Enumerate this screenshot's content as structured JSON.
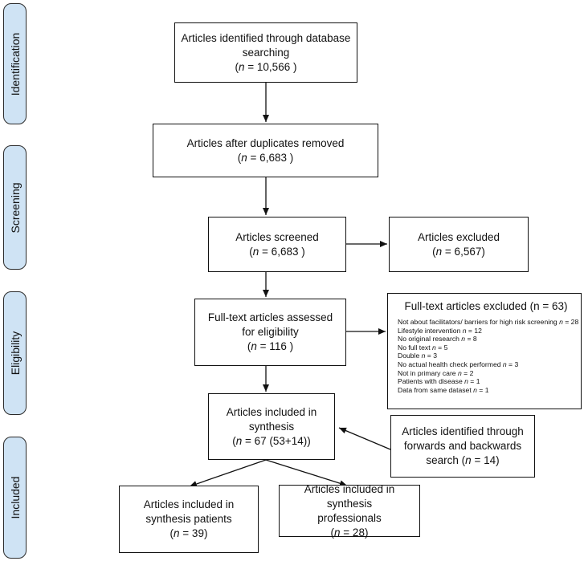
{
  "phases": [
    {
      "id": "identification",
      "label": "Identification"
    },
    {
      "id": "screening",
      "label": "Screening"
    },
    {
      "id": "eligibility",
      "label": "Eligibility"
    },
    {
      "id": "included",
      "label": "Included"
    }
  ],
  "boxes": {
    "identified": {
      "lines": [
        "Articles identified through database",
        "searching"
      ],
      "n_prefix": "(",
      "n_var": "n",
      "n_value": " = 10,566 )"
    },
    "after_duplicates": {
      "lines": [
        "Articles after duplicates removed"
      ],
      "n_prefix": "(",
      "n_var": "n",
      "n_value": " = 6,683 )"
    },
    "screened": {
      "lines": [
        "Articles screened"
      ],
      "n_prefix": "(",
      "n_var": "n",
      "n_value": " = 6,683 )"
    },
    "excluded": {
      "lines": [
        "Articles excluded"
      ],
      "n_prefix": "(",
      "n_var": "n",
      "n_value": " = 6,567)"
    },
    "fulltext": {
      "lines": [
        "Full-text articles assessed",
        "for eligibility"
      ],
      "n_prefix": "(",
      "n_var": "n",
      "n_value": " = 116 )"
    },
    "synthesis": {
      "lines": [
        "Articles included in",
        "synthesis"
      ],
      "n_prefix": "(",
      "n_var": "n",
      "n_value": " = 67 (53+14))"
    },
    "forwards": {
      "lines": [
        "Articles identified through",
        "forwards and backwards",
        "search ("
      ],
      "n_prefix": "",
      "n_var": "n",
      "n_value": " = 14)"
    },
    "patients": {
      "lines": [
        "Articles included in",
        "synthesis patients"
      ],
      "n_prefix": "",
      "n_var": "n",
      "n_value": " = 39)"
    },
    "professionals": {
      "lines": [
        "Articles included in synthesis",
        "professionals"
      ],
      "n_prefix": "(",
      "n_var": "n",
      "n_value": " = 28)"
    }
  },
  "fulltext_excluded": {
    "title": "Full-text articles excluded (n = 63)",
    "items": [
      {
        "reason": "Not about facilitators/ barriers for high risk screening",
        "n": "28"
      },
      {
        "reason": "Lifestyle intervention",
        "n": "12"
      },
      {
        "reason": "No original research",
        "n": "8"
      },
      {
        "reason": "No full text",
        "n": "5"
      },
      {
        "reason": "Double",
        "n": "3"
      },
      {
        "reason": "No actual health check performed",
        "n": "3"
      },
      {
        "reason": "Not in primary care",
        "n": "2"
      },
      {
        "reason": "Patients with disease",
        "n": "1"
      },
      {
        "reason": "Data from same dataset",
        "n": "1"
      }
    ]
  },
  "n_symbol": "n",
  "n_equals": " = "
}
